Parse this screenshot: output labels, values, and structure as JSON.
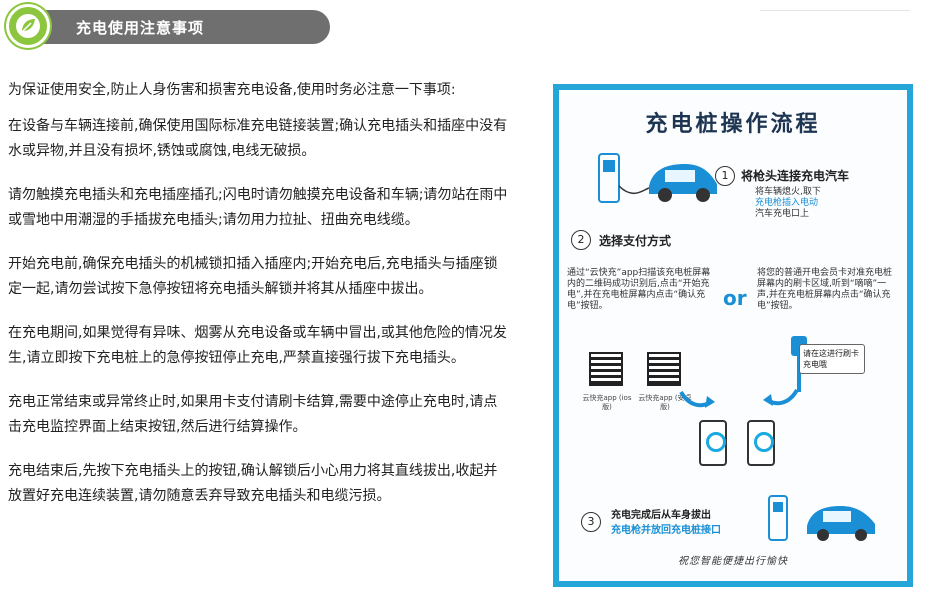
{
  "header": {
    "title": "充电使用注意事项"
  },
  "content": {
    "intro": "为保证使用安全,防止人身伤害和损害充电设备,使用时务必注意一下事项:",
    "paragraphs": [
      "在设备与车辆连接前,确保使用国际标准充电链接装置;确认充电插头和插座中没有水或异物,并且没有损坏,锈蚀或腐蚀,电线无破损。",
      "请勿触摸充电插头和充电插座插孔;闪电时请勿触摸充电设备和车辆;请勿站在雨中或雪地中用潮湿的手插拔充电插头;请勿用力拉扯、扭曲充电线缆。",
      "开始充电前,确保充电插头的机械锁扣插入插座内;开始充电后,充电插头与插座锁定一起,请勿尝试按下急停按钮将充电插头解锁并将其从插座中拔出。",
      "在充电期间,如果觉得有异味、烟雾从充电设备或车辆中冒出,或其他危险的情况发生,请立即按下充电桩上的急停按钮停止充电,严禁直接强行拔下充电插头。",
      "充电正常结束或异常终止时,如果用卡支付请刷卡结算,需要中途停止充电时,请点击充电监控界面上结束按钮,然后进行结算操作。",
      "充电结束后,先按下充电插头上的按钮,确认解锁后小心用力将其直线拔出,收起并放置好充电连续装置,请勿随意丢弃导致充电插头和电缆污损。"
    ]
  },
  "poster": {
    "title": "充电桩操作流程",
    "step1": {
      "num": "1",
      "title": "将枪头连接充电汽车",
      "desc_line1": "将车辆熄火,取下",
      "desc_line2": "充电枪插入电动",
      "desc_line3": "汽车充电口上"
    },
    "step2": {
      "num": "2",
      "title": "选择支付方式",
      "left_desc": "通过“云快充”app扫描该充电桩屏幕内的二维码成功识别后,点击“开始充电”,并在充电桩屏幕内点击“确认充电”按钮。",
      "or": "or",
      "right_desc": "将您的普通开电会员卡对准充电桩屏幕内的刷卡区域,听到“嘀嘀”一声,并在充电桩屏幕内点击“确认充电”按钮。",
      "qr1_label": "云快充app (ios版)",
      "qr2_label": "云快充app (安卓版)",
      "bubble": "请在这进行刷卡充电哦"
    },
    "step3": {
      "num": "3",
      "title_line1": "充电完成后从车身拔出",
      "title_line2": "充电枪并放回充电桩接口"
    },
    "footer": "祝您智能便捷出行愉快"
  },
  "colors": {
    "header_bar": "#6f6f6f",
    "logo_green": "#8cc63f",
    "poster_border": "#24a6d8",
    "accent_blue": "#1a8fd6"
  }
}
